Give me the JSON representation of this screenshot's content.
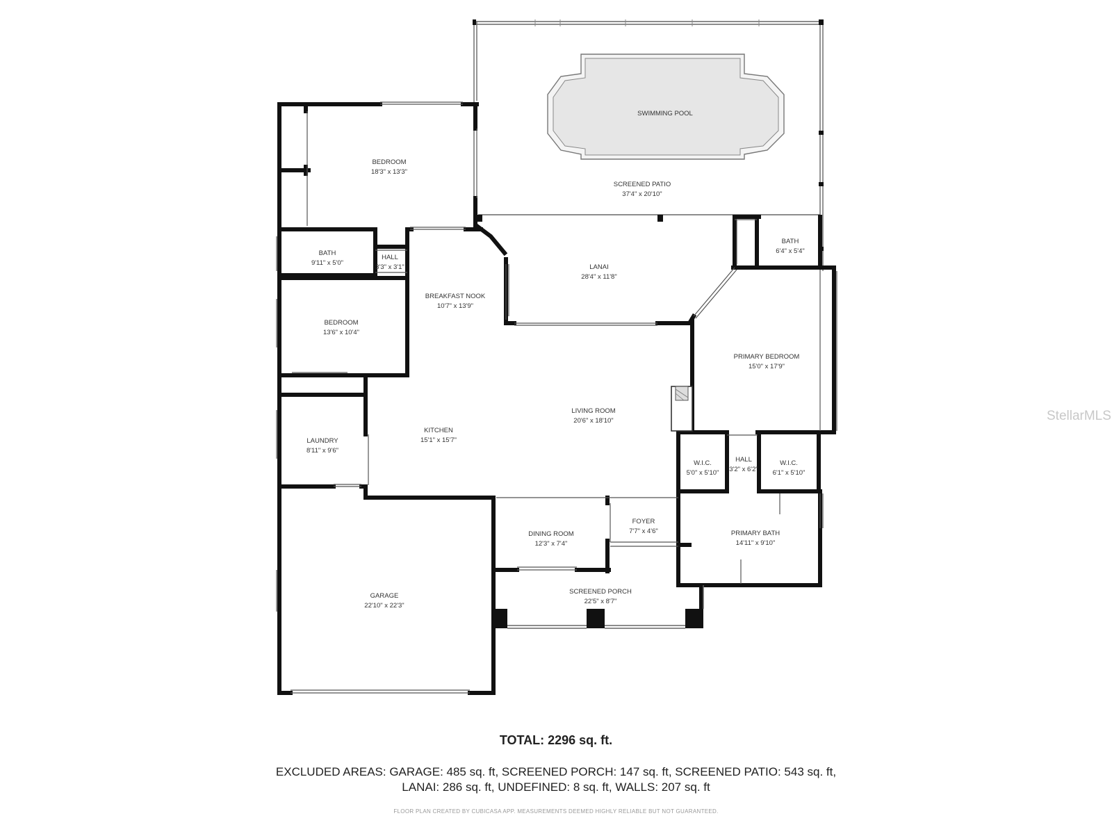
{
  "floorplan": {
    "pool_label": "SWIMMING POOL",
    "rooms": [
      {
        "id": "bedroom-nw",
        "name": "BEDROOM",
        "dims": "18'3\" x 13'3\""
      },
      {
        "id": "screened-patio",
        "name": "SCREENED PATIO",
        "dims": "37'4\" x 20'10\""
      },
      {
        "id": "bath-w",
        "name": "BATH",
        "dims": "9'11\" x 5'0\""
      },
      {
        "id": "hall-w",
        "name": "HALL",
        "dims": "3'3\" x 3'1\""
      },
      {
        "id": "breakfast-nook",
        "name": "BREAKFAST NOOK",
        "dims": "10'7\" x 13'9\""
      },
      {
        "id": "lanai",
        "name": "LANAI",
        "dims": "28'4\" x 11'8\""
      },
      {
        "id": "bath-e",
        "name": "BATH",
        "dims": "6'4\" x 5'4\""
      },
      {
        "id": "bedroom-w",
        "name": "BEDROOM",
        "dims": "13'6\" x 10'4\""
      },
      {
        "id": "primary-bedroom",
        "name": "PRIMARY BEDROOM",
        "dims": "15'0\" x 17'9\""
      },
      {
        "id": "living-room",
        "name": "LIVING ROOM",
        "dims": "20'6\" x 18'10\""
      },
      {
        "id": "kitchen",
        "name": "KITCHEN",
        "dims": "15'1\" x 15'7\""
      },
      {
        "id": "laundry",
        "name": "LAUNDRY",
        "dims": "8'11\" x 9'6\""
      },
      {
        "id": "wic-1",
        "name": "W.I.C.",
        "dims": "5'0\" x 5'10\""
      },
      {
        "id": "hall-e",
        "name": "HALL",
        "dims": "3'2\" x 6'2\""
      },
      {
        "id": "wic-2",
        "name": "W.I.C.",
        "dims": "6'1\" x 5'10\""
      },
      {
        "id": "dining-room",
        "name": "DINING ROOM",
        "dims": "12'3\" x 7'4\""
      },
      {
        "id": "foyer",
        "name": "FOYER",
        "dims": "7'7\" x 4'6\""
      },
      {
        "id": "primary-bath",
        "name": "PRIMARY BATH",
        "dims": "14'11\" x 9'10\""
      },
      {
        "id": "garage",
        "name": "GARAGE",
        "dims": "22'10\" x 22'3\""
      },
      {
        "id": "screened-porch",
        "name": "SCREENED PORCH",
        "dims": "22'5\" x 8'7\""
      }
    ]
  },
  "summary": {
    "total": "TOTAL: 2296 sq. ft.",
    "excluded_line1": "EXCLUDED AREAS: GARAGE: 485 sq. ft, SCREENED PORCH: 147 sq. ft, SCREENED PATIO: 543 sq. ft,",
    "excluded_line2": "LANAI: 286 sq. ft, UNDEFINED: 8 sq. ft, WALLS: 207 sq. ft",
    "disclaimer": "FLOOR PLAN CREATED BY CUBICASA APP. MEASUREMENTS DEEMED HIGHLY RELIABLE BUT NOT GUARANTEED."
  },
  "watermark": "StellarMLS"
}
